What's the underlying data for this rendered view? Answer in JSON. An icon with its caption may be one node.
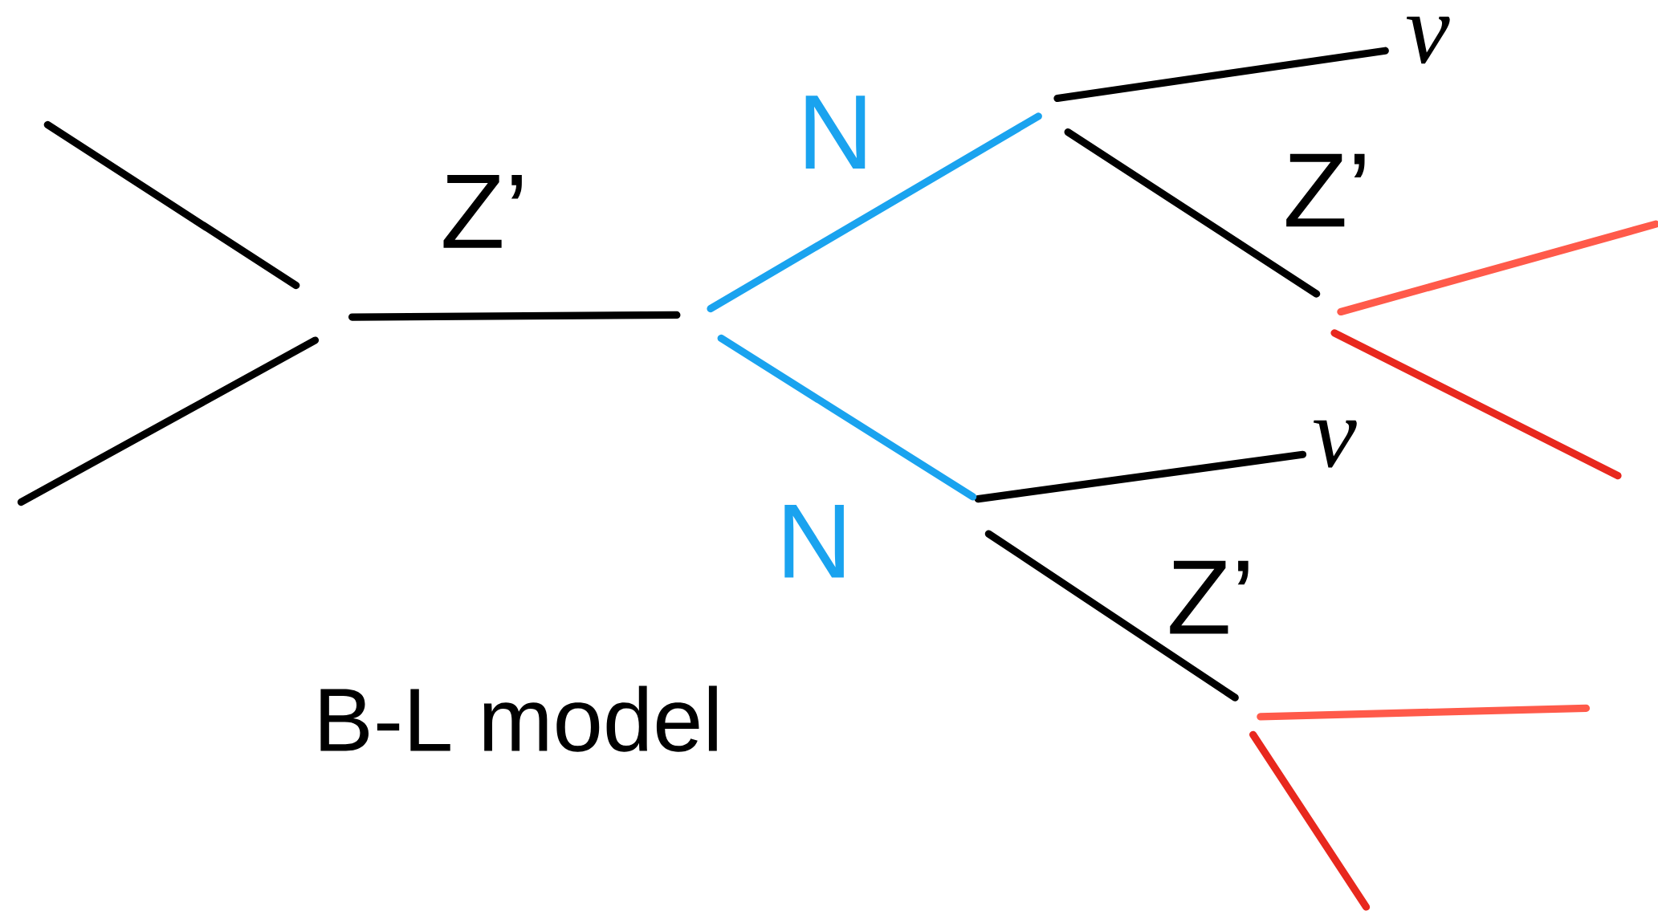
{
  "diagram": {
    "labels": [
      "ν",
      "N",
      "Z’",
      "Z’",
      "ν",
      "N",
      "Z’",
      "B-L model"
    ]
  }
}
